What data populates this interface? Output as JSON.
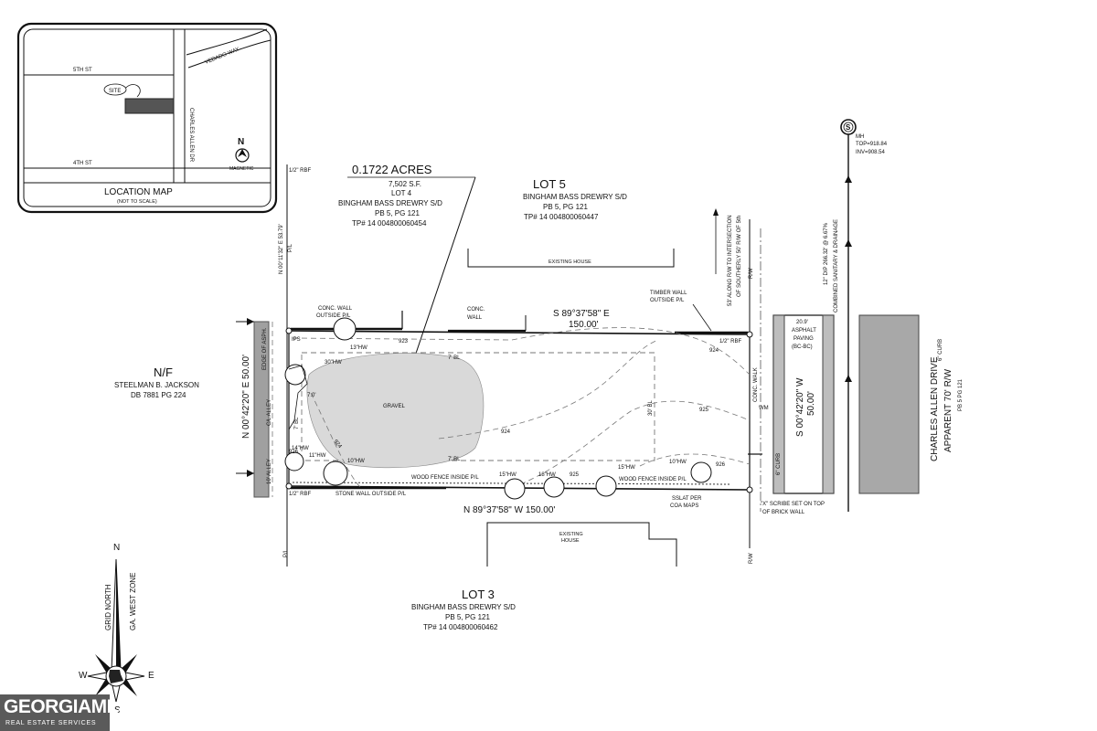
{
  "location_map": {
    "title": "LOCATION MAP",
    "subtitle": "(NOT TO SCALE)",
    "streets": [
      "5TH ST",
      "4TH ST",
      "VEDADO WAY",
      "CHARLES ALLEN DR"
    ],
    "site_label": "SITE",
    "north_letter": "N",
    "north_note": "MAGNETIC"
  },
  "parcel": {
    "acres": "0.1722 ACRES",
    "area": "7,502 S.F.",
    "lot": "LOT 4",
    "subdivision": "BINGHAM BASS DREWRY S/D",
    "plat_book": "PB 5, PG 121",
    "tax_parcel": "TP# 14 004800060454",
    "surface": "GRAVEL"
  },
  "lot5": {
    "name": "LOT 5",
    "subdivision": "BINGHAM BASS DREWRY S/D",
    "plat_book": "PB 5, PG 121",
    "tax_parcel": "TP# 14 004800060447",
    "house": "EXISTING HOUSE"
  },
  "lot3": {
    "name": "LOT 3",
    "subdivision": "BINGHAM BASS DREWRY S/D",
    "plat_book": "PB 5, PG 121",
    "tax_parcel": "TP# 14 004800060462",
    "house_line1": "EXISTING",
    "house_line2": "HOUSE"
  },
  "neighbor_west": {
    "nf": "N/F",
    "owner": "STEELMAN B. JACKSON",
    "deed": "DB 7881 PG 224"
  },
  "bearings": {
    "north_bearing": "S 89°37'58\" E",
    "north_dist": "150.00'",
    "south_bearing": "N 89°37'58\" W  150.00'",
    "west": "N 00°42'20\" E  50.00'",
    "east_bearing": "S 00°42'20\" W",
    "east_dist": "50.00'",
    "tie": "N 00°11'32\" E  53.79'"
  },
  "street": {
    "name": "CHARLES ALLEN DRIVE",
    "row": "APPARENT 70' R/W",
    "pb": "PB 5 PG 121",
    "paving1": "20.9'",
    "paving2": "ASPHALT",
    "paving3": "PAVING",
    "paving4": "(BC-BC)",
    "curb": "6\" CURB",
    "pipe1": "12\" DIP 266.32' @ 6.67%",
    "pipe2": "COMBINED SANITARY & DRAINAGE",
    "intersection1": "53' ALONG R/W TO INTERSECTION",
    "intersection2": "OF SOUTHERLY 50' R/W OF 5th"
  },
  "manhole": {
    "symbol": "S",
    "mh": "MH",
    "top": "TOP=918.84",
    "inv": "INV=908.54"
  },
  "notes": {
    "rbf": "1/2\" RBF",
    "ips": "IPS",
    "conc_wall_outside": [
      "CONC. WALL",
      "OUTSIDE P/L"
    ],
    "conc_wall": [
      "CONC.",
      "WALL"
    ],
    "timber_wall": [
      "TIMBER WALL",
      "OUTSIDE P/L"
    ],
    "stone_wall": "STONE WALL OUTSIDE P/L",
    "wood_fence": "WOOD FENCE INSIDE P/L",
    "sslat": [
      "SSLAT PER",
      "COA MAPS"
    ],
    "scribe": [
      "\"X\" SCRIBE SET ON TOP",
      "OF BRICK WALL"
    ],
    "bl": "7' BL",
    "bl30": "30' BL",
    "alley": "C/L ALLEY",
    "alley10": "10' ALLEY",
    "edge_asph": "EDGE OF ASPH.",
    "dim7": "7.0'",
    "conc_walk": "CONC. WALK",
    "wm": "WM",
    "pl": "P/L",
    "rw": "R/W",
    "contours": [
      "923",
      "924",
      "924",
      "924",
      "925",
      "925",
      "926",
      "926"
    ],
    "trees": [
      "30\"HW",
      "13\"HW",
      "14\"HW",
      "11\"HW",
      "10\"HW",
      "15\"HW",
      "18\"HW",
      "15\"HW",
      "10\"HW"
    ]
  },
  "grid_north": {
    "line1": "GRID NORTH",
    "line2": "GA. WEST ZONE",
    "n": "N",
    "e": "E",
    "s": "S",
    "w": "W"
  },
  "brand": {
    "name": "GEORGIAMLS",
    "tagline": "REAL ESTATE SERVICES"
  }
}
